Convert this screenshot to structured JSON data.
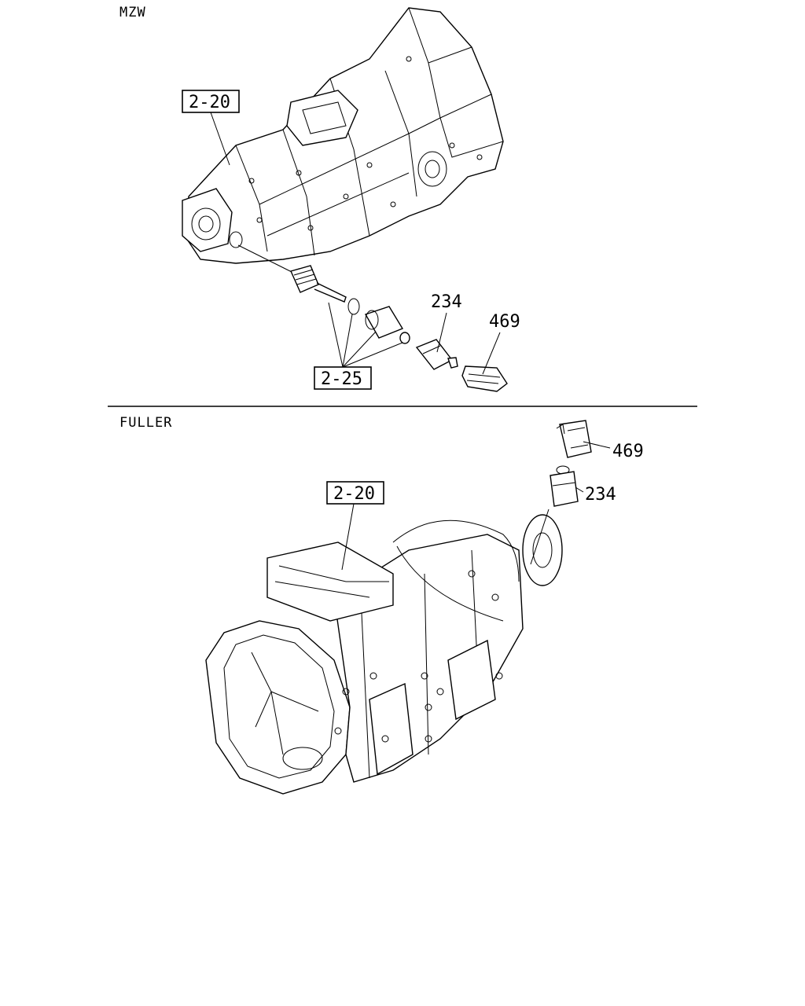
{
  "sections": {
    "top": {
      "title": "MZW"
    },
    "bottom": {
      "title": "FULLER"
    }
  },
  "callouts": {
    "top_assembly_ref": "2-20",
    "top_speedo_ref": "2-25",
    "top_sensor": "234",
    "top_cover": "469",
    "bottom_assembly_ref": "2-20",
    "bottom_cover": "469",
    "bottom_sensor": "234"
  }
}
